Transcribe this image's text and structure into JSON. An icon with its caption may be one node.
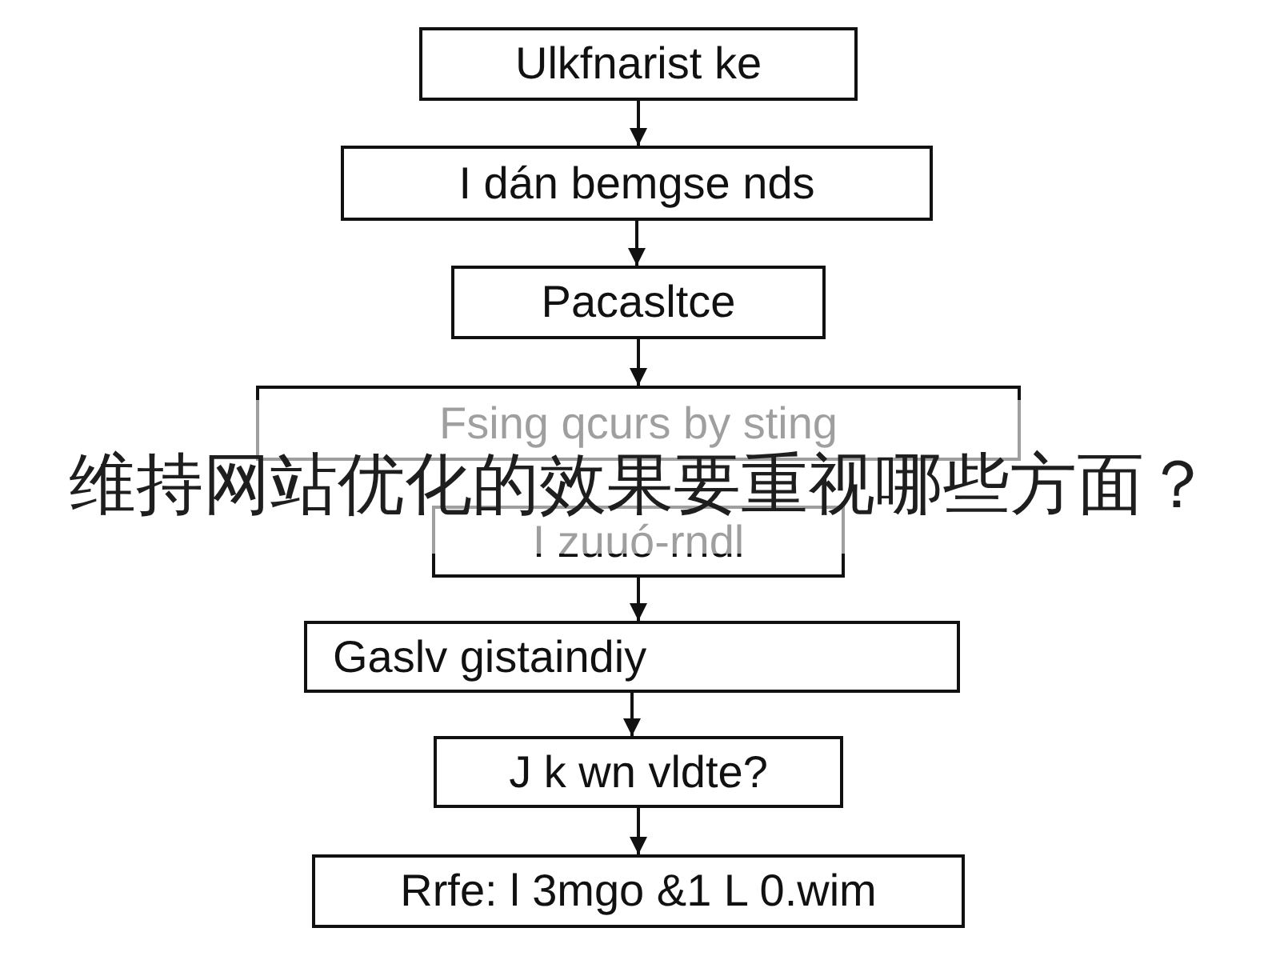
{
  "diagram": {
    "title": "维持网站优化的效果要重视哪些方面？",
    "nodes": [
      {
        "text": [
          "Ulkfnarist ke"
        ]
      },
      {
        "text": [
          "I dán bemgse nds"
        ]
      },
      {
        "text": [
          "Pacasltce"
        ]
      },
      {
        "text": [
          "Fsing qcurs by sting"
        ]
      },
      {
        "text": [
          "I zuuó-rndl"
        ]
      },
      {
        "text": [
          "Gaslv gistaindiy"
        ]
      },
      {
        "text": [
          "J k wn vldte?"
        ]
      },
      {
        "text": [
          "Rrfe: l 3mgo &1 L 0.wim"
        ]
      }
    ],
    "edges": [
      {
        "from": 0,
        "to": 1,
        "arrow": "to"
      },
      {
        "from": 1,
        "to": 2,
        "arrow": "to"
      },
      {
        "from": 2,
        "to": 3,
        "arrow": "to"
      },
      {
        "from": 4,
        "to": 5,
        "arrow": "to"
      },
      {
        "from": 5,
        "to": 6,
        "arrow": "to"
      },
      {
        "from": 6,
        "to": 7,
        "arrow": "to"
      }
    ]
  }
}
